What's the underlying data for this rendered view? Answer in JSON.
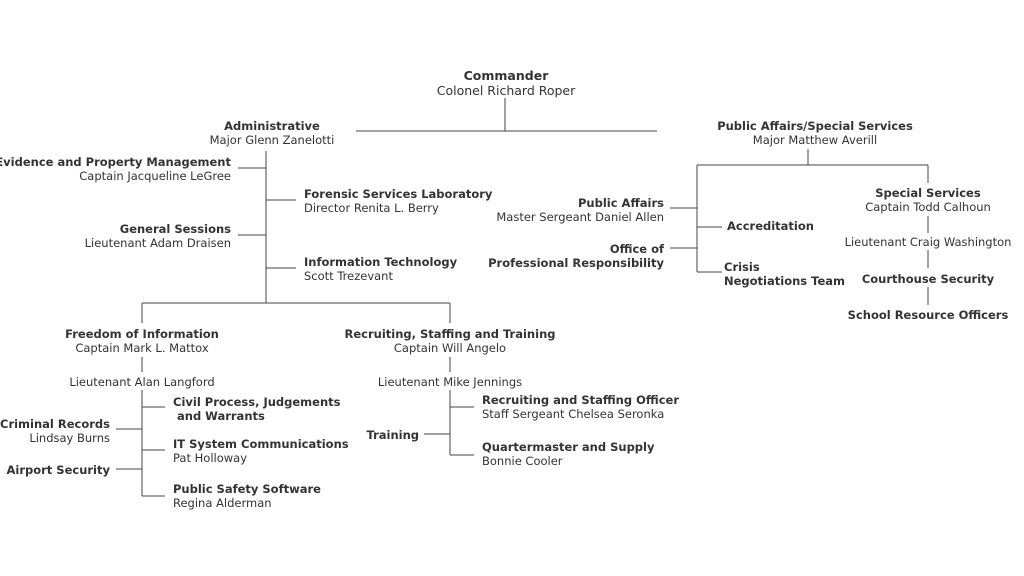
{
  "commander": {
    "title": "Commander",
    "name": "Colonel Richard Roper"
  },
  "administrative": {
    "title": "Administrative",
    "name": "Major Glenn Zanelotti"
  },
  "evidence": {
    "title": "Evidence and Property Management",
    "name": "Captain Jacqueline LeGree"
  },
  "forensic": {
    "title": "Forensic Services Laboratory",
    "name": "Director Renita L. Berry"
  },
  "general_sessions": {
    "title": "General Sessions",
    "name": "Lieutenant Adam Draisen"
  },
  "it": {
    "title": "Information Technology",
    "name": "Scott Trezevant"
  },
  "foi": {
    "title": "Freedom of Information",
    "name": "Captain Mark L. Mattox"
  },
  "langford": {
    "name": "Lieutenant Alan Langford"
  },
  "civil": {
    "title1": "Civil Process, Judgements",
    "title2": "and Warrants"
  },
  "criminal_records": {
    "title": "Criminal Records",
    "name": "Lindsay Burns"
  },
  "it_sys": {
    "title": "IT System Communications",
    "name": "Pat Holloway"
  },
  "airport": {
    "title": "Airport Security"
  },
  "pss": {
    "title": "Public Safety Software",
    "name": "Regina Alderman"
  },
  "recruiting": {
    "title": "Recruiting, Staffing and Training",
    "name": "Captain Will Angelo"
  },
  "jennings": {
    "name": "Lieutenant Mike Jennings"
  },
  "rso": {
    "title": "Recruiting and Staffing Officer",
    "name": "Staff Sergeant Chelsea Seronka"
  },
  "training": {
    "title": "Training"
  },
  "quartermaster": {
    "title": "Quartermaster and Supply",
    "name": "Bonnie Cooler"
  },
  "pass": {
    "title": "Public Affairs/Special Services",
    "name": "Major Matthew Averill"
  },
  "public_affairs": {
    "title": "Public Affairs",
    "name": "Master Sergeant Daniel Allen"
  },
  "accreditation": {
    "title": "Accreditation"
  },
  "opr": {
    "title1": "Office of",
    "title2": "Professional Responsibility"
  },
  "crisis": {
    "title1": "Crisis",
    "title2": "Negotiations Team"
  },
  "special": {
    "title": "Special Services",
    "name": "Captain Todd Calhoun"
  },
  "washington": {
    "name": "Lieutenant Craig Washington"
  },
  "courthouse": {
    "title": "Courthouse Security"
  },
  "sro": {
    "title": "School Resource Officers"
  }
}
